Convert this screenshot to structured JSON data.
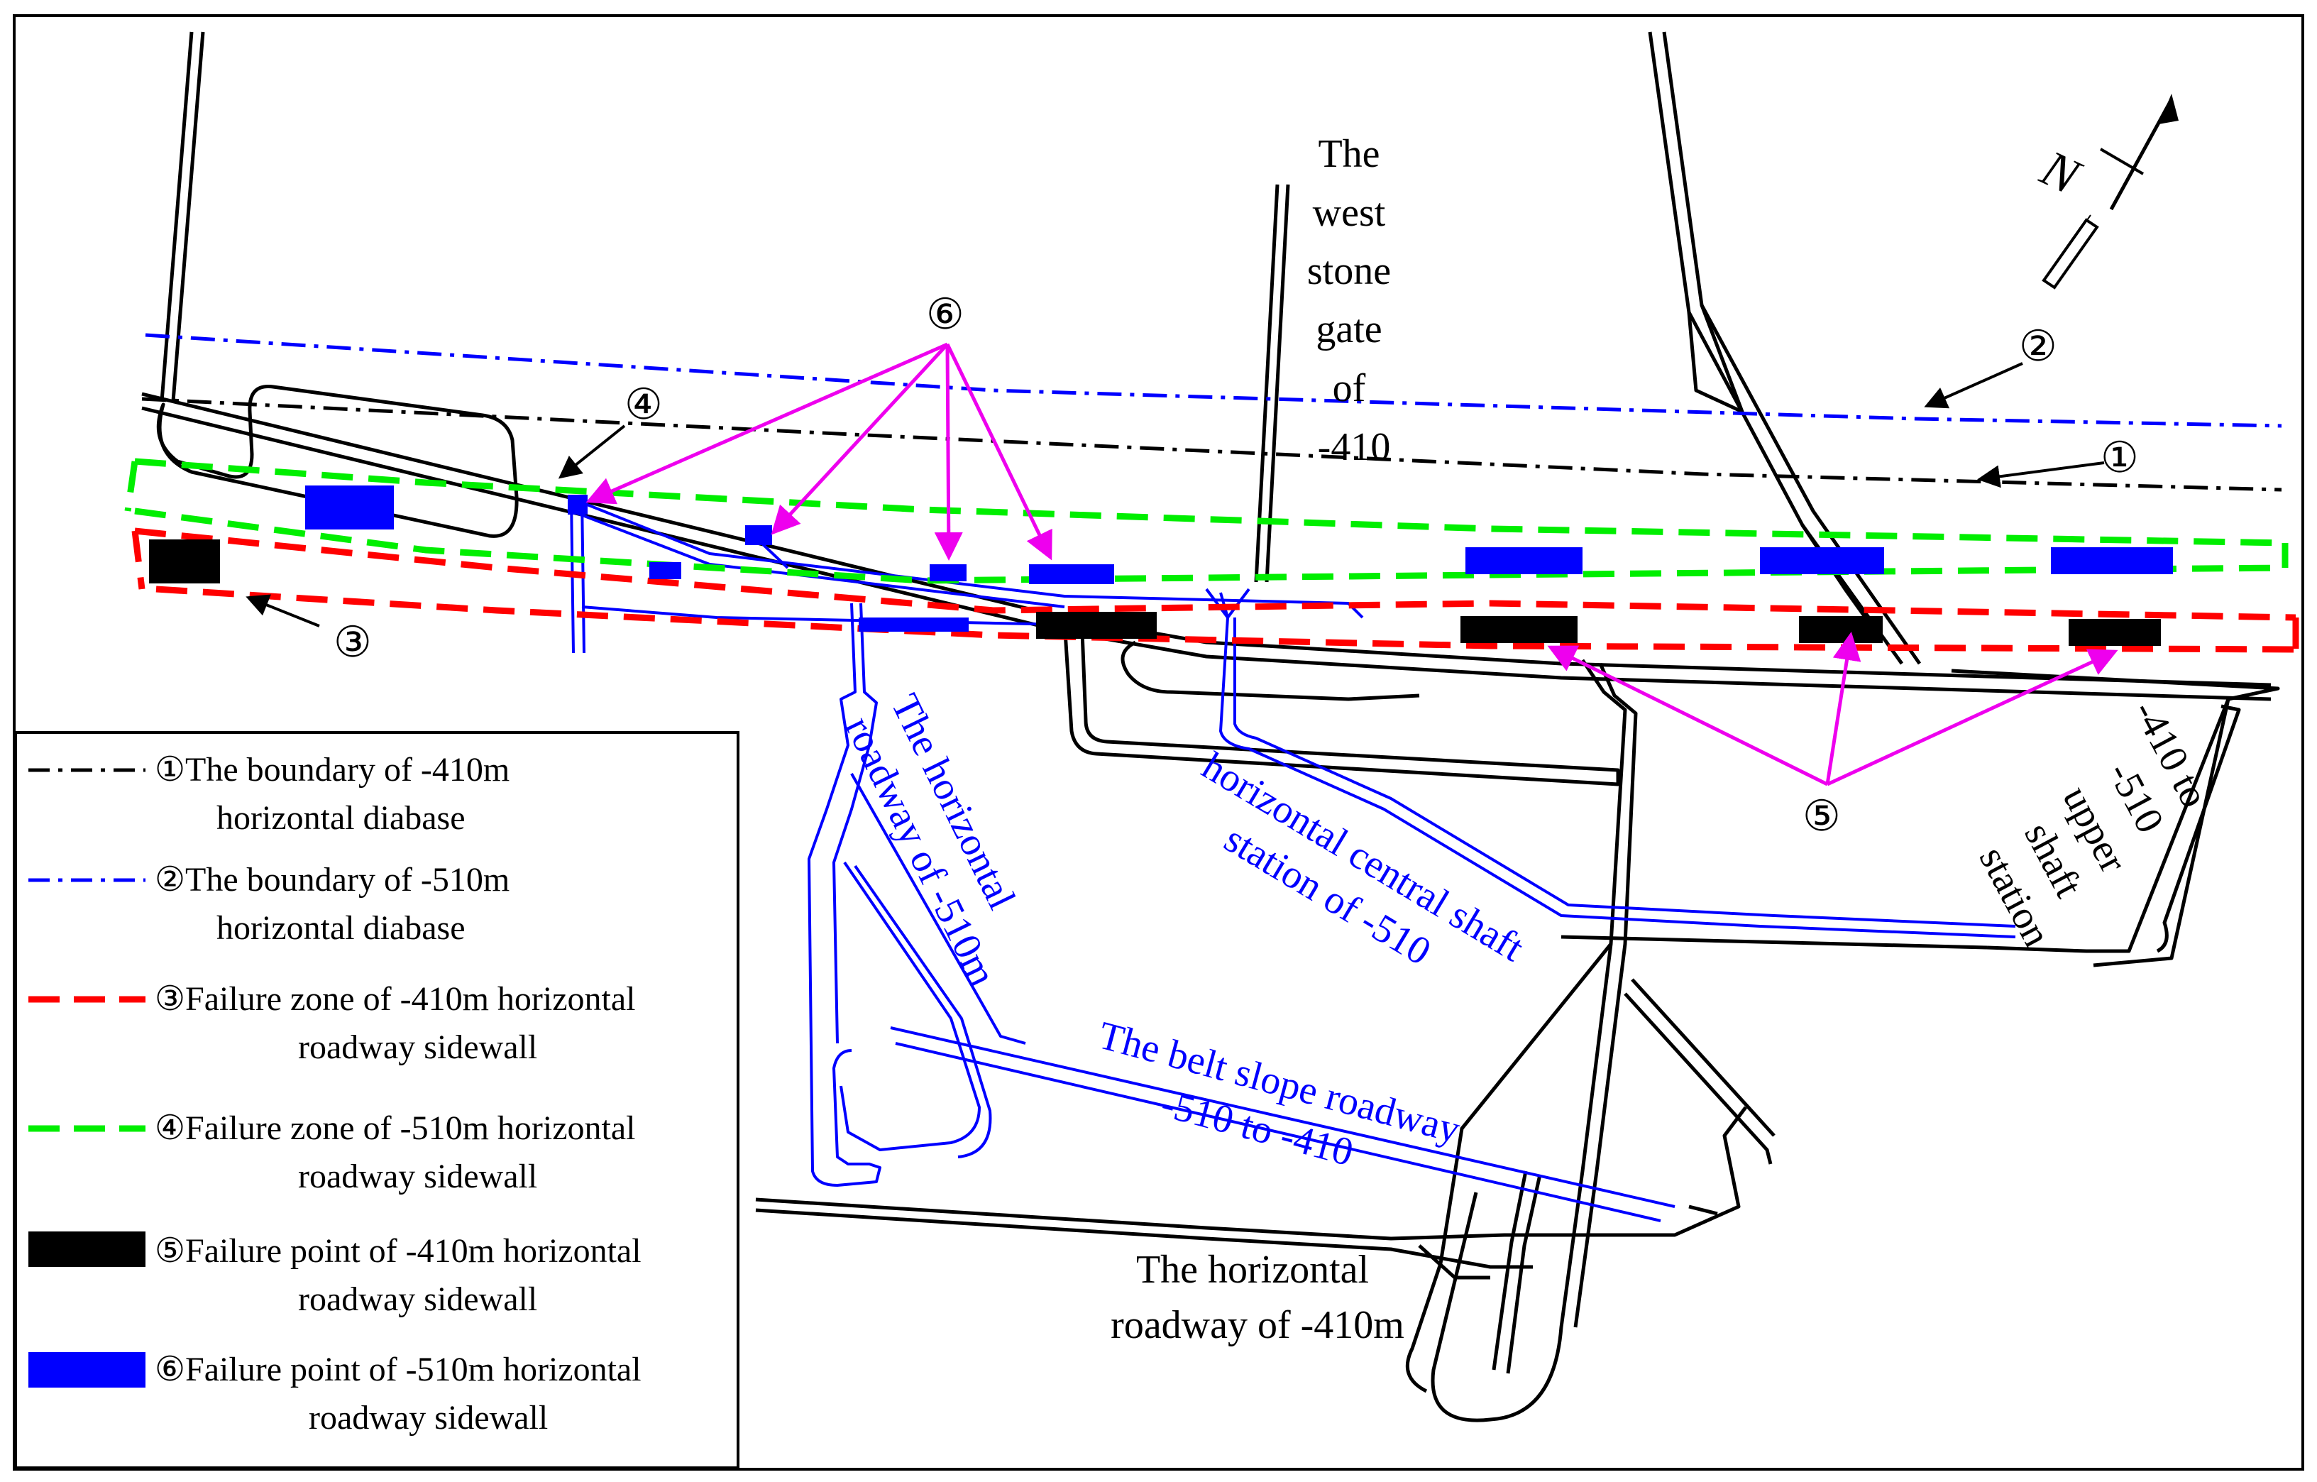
{
  "labels": {
    "west_stone_gate": [
      "The",
      "west",
      "stone",
      "gate",
      "of",
      "-410"
    ],
    "horizontal_roadway_510": [
      "The horizontal",
      "roadway of -510m"
    ],
    "central_shaft_station": [
      "horizontal central shaft",
      "station of -510"
    ],
    "upper_shaft_station": [
      "-410 to",
      "-510",
      "upper",
      "shaft",
      "station"
    ],
    "belt_slope_roadway": [
      "The belt slope roadway",
      "-510 to -410"
    ],
    "horizontal_roadway_410": [
      "The horizontal",
      "roadway of -410m"
    ],
    "north": "N"
  },
  "markers": {
    "m1": "①",
    "m2": "②",
    "m3": "③",
    "m4": "④",
    "m5": "⑤",
    "m6": "⑥"
  },
  "legend": [
    {
      "symbol": "dashdot-black",
      "line1": "①The boundary of -410m",
      "line2": "horizontal diabase"
    },
    {
      "symbol": "dashdot-blue",
      "line1": "②The boundary of -510m",
      "line2": "horizontal diabase"
    },
    {
      "symbol": "dash-red",
      "line1": "③Failure zone of -410m horizontal",
      "line2": "roadway sidewall"
    },
    {
      "symbol": "dash-green",
      "line1": "④Failure zone of -510m horizontal",
      "line2": "roadway sidewall"
    },
    {
      "symbol": "block-black",
      "line1": "⑤Failure point of -410m horizontal",
      "line2": "roadway sidewall"
    },
    {
      "symbol": "block-blue",
      "line1": "⑥Failure point of -510m horizontal",
      "line2": "roadway sidewall"
    }
  ],
  "colors": {
    "roadway_410": "#000000",
    "roadway_510": "#0000ff",
    "boundary_410": "#000000",
    "boundary_510": "#0000ff",
    "failure_zone_410": "#ff0000",
    "failure_zone_510": "#00ee00",
    "callout_arrows": "#ee00ee"
  }
}
